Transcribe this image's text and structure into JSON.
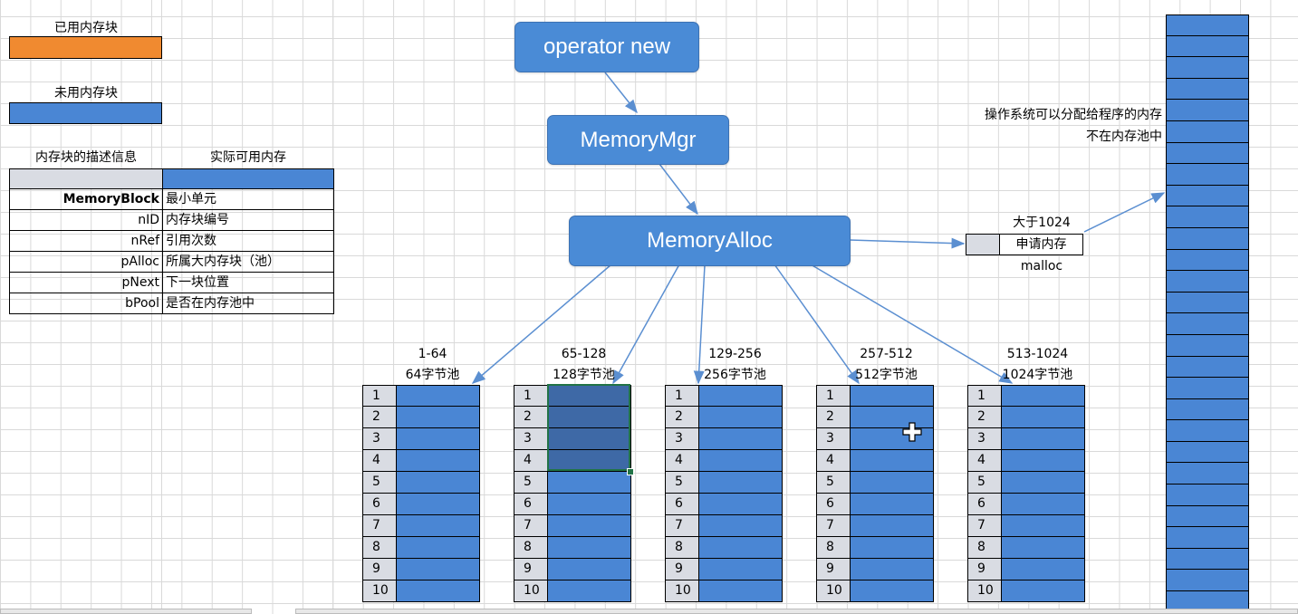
{
  "legend": {
    "used_label": "已用内存块",
    "used_color": "#f08a30",
    "unused_label": "未用内存块",
    "unused_color": "#4a86d4"
  },
  "desc_table": {
    "header_left": "内存块的描述信息",
    "header_right": "实际可用内存",
    "rows": [
      {
        "key": "MemoryBlock",
        "value": "最小单元"
      },
      {
        "key": "nID",
        "value": "内存块编号"
      },
      {
        "key": "nRef",
        "value": "引用次数"
      },
      {
        "key": "pAlloc",
        "value": "所属大内存块（池）"
      },
      {
        "key": "pNext",
        "value": "下一块位置"
      },
      {
        "key": "bPool",
        "value": "是否在内存池中"
      }
    ]
  },
  "flow": {
    "operator_new": "operator new",
    "memory_mgr": "MemoryMgr",
    "memory_alloc": "MemoryAlloc"
  },
  "malloc": {
    "over_label": "大于1024",
    "request_label": "申请内存",
    "under_label": "malloc"
  },
  "os_note": {
    "line1": "操作系统可以分配给程序的内存",
    "line2": "不在内存池中"
  },
  "pools": [
    {
      "range": "1-64",
      "name": "64字节池"
    },
    {
      "range": "65-128",
      "name": "128字节池"
    },
    {
      "range": "129-256",
      "name": "256字节池"
    },
    {
      "range": "257-512",
      "name": "512字节池"
    },
    {
      "range": "513-1024",
      "name": "1024字节池"
    }
  ],
  "pool_row_numbers": [
    "1",
    "2",
    "3",
    "4",
    "5",
    "6",
    "7",
    "8",
    "9",
    "10"
  ],
  "colors": {
    "box_blue": "#4a8bd6",
    "cell_blue": "#4a86d4",
    "selected_blue": "#3e69a6",
    "grey_cell": "#d9dce3",
    "arrow": "#5b8fd1"
  },
  "selection": {
    "pool": "65-128",
    "rows": [
      "1",
      "2",
      "3",
      "4"
    ]
  }
}
